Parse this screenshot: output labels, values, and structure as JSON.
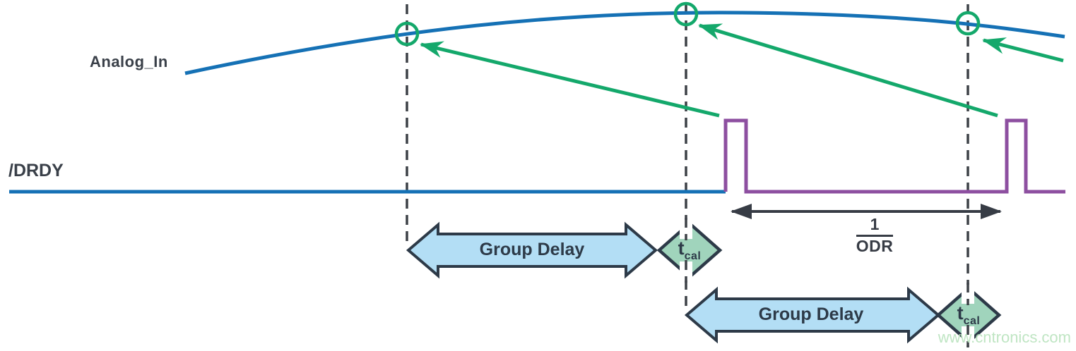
{
  "signals": {
    "analog_label": "Analog_In",
    "drdy_label": "/DRDY"
  },
  "annotations": {
    "group_delay_1": "Group Delay",
    "group_delay_2": "Group Delay",
    "tcal_1": {
      "base": "t",
      "sub": "cal"
    },
    "tcal_2": {
      "base": "t",
      "sub": "cal"
    },
    "odr": {
      "numerator": "1",
      "denominator": "ODR"
    }
  },
  "watermark": "www.cntronics.com",
  "colors": {
    "analog_blue": "#1571b5",
    "drdy_purple": "#8d4fa0",
    "marker_green": "#14a86b",
    "group_delay_fill": "#b3def5",
    "tcal_fill": "#a0d4bc",
    "outline_navy": "#2d3a48",
    "dash_gray": "#3d4147",
    "odr_arrow_dark": "#373c45",
    "watermark_green": "#b9e3bd"
  }
}
